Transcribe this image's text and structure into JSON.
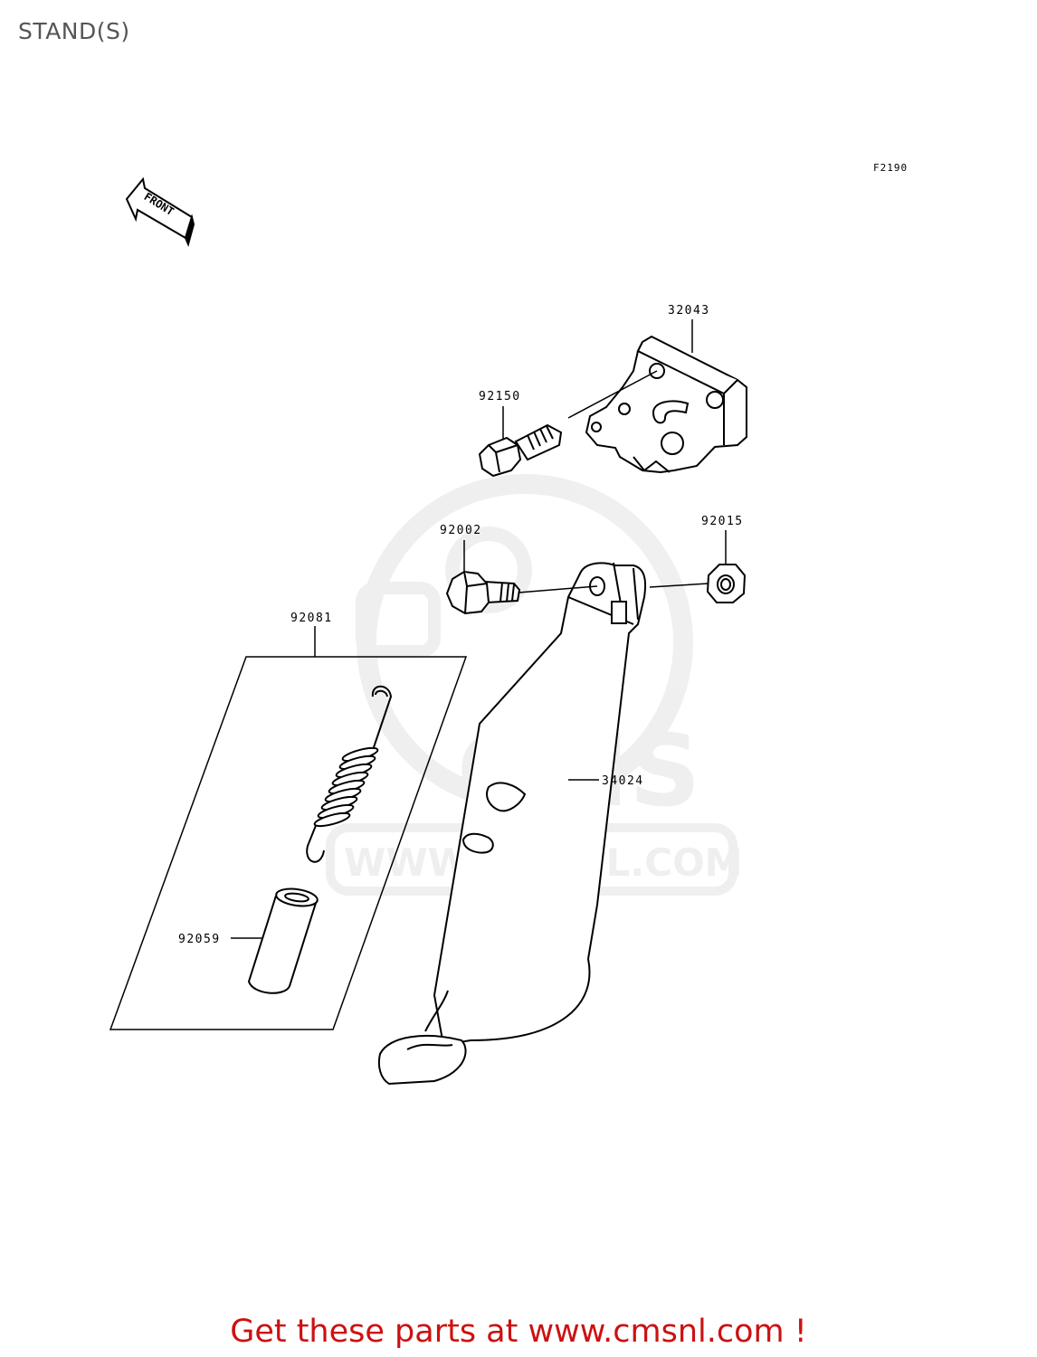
{
  "page": {
    "title": "STAND(S)",
    "figure_code": "F2190"
  },
  "direction": {
    "front_label": "FRONT"
  },
  "watermark": {
    "brand": "CMS",
    "url": "WWW.CMSNL.COM"
  },
  "parts": [
    {
      "id": "label-32043",
      "number": "32043"
    },
    {
      "id": "label-92150",
      "number": "92150"
    },
    {
      "id": "label-92002",
      "number": "92002"
    },
    {
      "id": "label-92015",
      "number": "92015"
    },
    {
      "id": "label-92081",
      "number": "92081"
    },
    {
      "id": "label-34024",
      "number": "34024"
    },
    {
      "id": "label-92059",
      "number": "92059"
    }
  ],
  "footer": {
    "text": "Get these parts at www.cmsnl.com !",
    "color": "#cc1111"
  }
}
